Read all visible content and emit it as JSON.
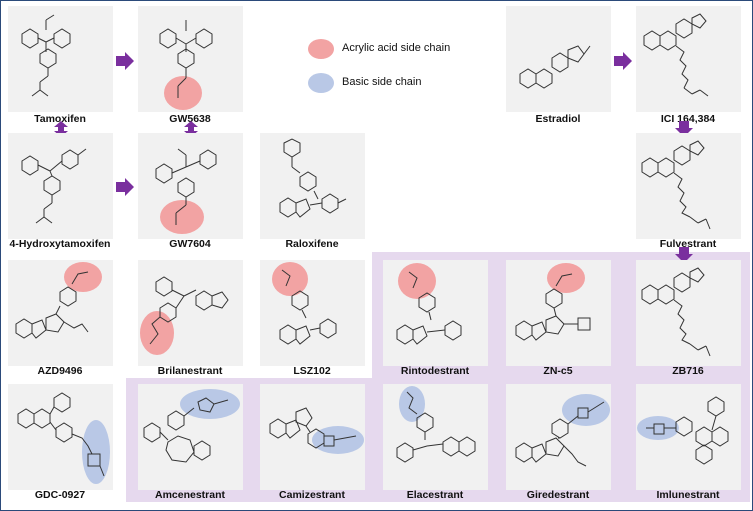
{
  "legend": {
    "acrylic": {
      "label": "Acrylic acid side chain",
      "color": "#f2a3a3"
    },
    "basic": {
      "label": "Basic side chain",
      "color": "#b9c8e6"
    }
  },
  "colors": {
    "arrow": "#7a2f9e",
    "region": "#e6d9ee",
    "card": "#f1f1f1"
  },
  "compounds": {
    "tamoxifen": "Tamoxifen",
    "gw5638": "GW5638",
    "estradiol": "Estradiol",
    "ici": "ICI 164,384",
    "hydroxytamoxifen": "4-Hydroxytamoxifen",
    "gw7604": "GW7604",
    "raloxifene": "Raloxifene",
    "fulvestrant": "Fulvestrant",
    "azd9496": "AZD9496",
    "brilanestrant": "Brilanestrant",
    "lsz102": "LSZ102",
    "rintodestrant": "Rintodestrant",
    "znc5": "ZN-c5",
    "zb716": "ZB716",
    "gdc0927": "GDC-0927",
    "amcenestrant": "Amcenestrant",
    "camizestrant": "Camizestrant",
    "elacestrant": "Elacestrant",
    "giredestrant": "Giredestrant",
    "imlunestrant": "Imlunestrant"
  }
}
